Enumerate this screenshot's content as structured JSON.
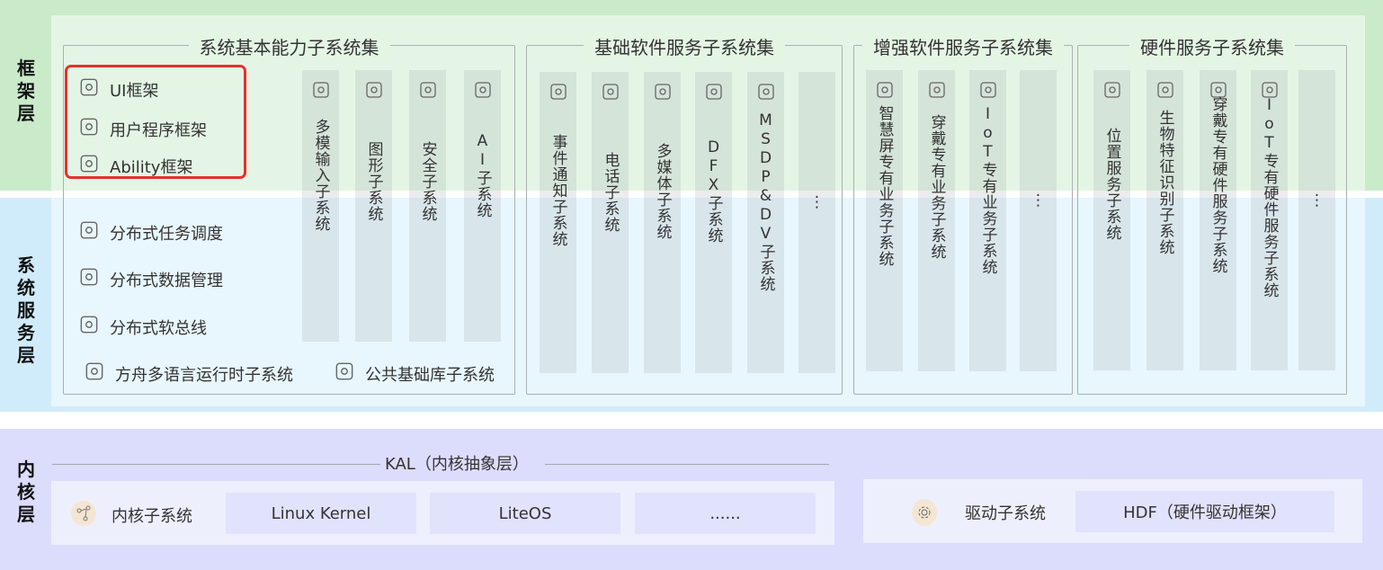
{
  "layers": {
    "framework": "框架层",
    "system_service": "系统服务层",
    "kernel": "内核层"
  },
  "groups": [
    {
      "title": "系统基本能力子系统集"
    },
    {
      "title": "基础软件服务子系统集"
    },
    {
      "title": "增强软件服务子系统集"
    },
    {
      "title": "硬件服务子系统集"
    }
  ],
  "framework_items": [
    {
      "label": "UI框架",
      "icon": "ui-framework-icon"
    },
    {
      "label": "用户程序框架",
      "icon": "app-framework-icon"
    },
    {
      "label": "Ability框架",
      "icon": "layers-icon"
    }
  ],
  "service_items": [
    {
      "label": "分布式任务调度",
      "icon": "task-schedule-icon"
    },
    {
      "label": "分布式数据管理",
      "icon": "data-management-icon"
    },
    {
      "label": "分布式软总线",
      "icon": "soft-bus-icon"
    },
    {
      "label": "方舟多语言运行时子系统",
      "icon": "ark-runtime-icon"
    },
    {
      "label": "公共基础库子系统",
      "icon": "cube-icon"
    }
  ],
  "columns": [
    {
      "label": "多模输入子系统",
      "icon": "multimodal-input-icon"
    },
    {
      "label": "图形子系统",
      "icon": "graphics-icon"
    },
    {
      "label": "安全子系统",
      "icon": "key-icon"
    },
    {
      "label": "AI子系统",
      "icon": "ai-icon"
    },
    {
      "label": "事件通知子系统",
      "icon": "notification-icon"
    },
    {
      "label": "电话子系统",
      "icon": "phone-icon"
    },
    {
      "label": "多媒体子系统",
      "icon": "media-icon"
    },
    {
      "label": "DFX子系统",
      "icon": "dfx-icon"
    },
    {
      "label": "MSDP&DV子系统",
      "icon": "msdp-icon"
    },
    {
      "label": "⋮",
      "icon": ""
    },
    {
      "label": "智慧屏专有业务子系统",
      "icon": "smart-screen-icon"
    },
    {
      "label": "穿戴专有业务子系统",
      "icon": "wearable-icon"
    },
    {
      "label": "IoT专有业务子系统",
      "icon": "iot-icon"
    },
    {
      "label": "⋮",
      "icon": ""
    },
    {
      "label": "位置服务子系统",
      "icon": "location-icon"
    },
    {
      "label": "生物特征识别子系统",
      "icon": "biometric-icon"
    },
    {
      "label": "穿戴专有硬件服务子系统",
      "icon": "wearable-hardware-icon"
    },
    {
      "label": "IoT专有硬件服务子系统",
      "icon": "iot-hardware-icon"
    },
    {
      "label": "⋮",
      "icon": ""
    }
  ],
  "kernel": {
    "kal": "KAL（内核抽象层）",
    "subsystem_label": "内核子系统",
    "kernels": [
      "Linux Kernel",
      "LiteOS",
      "......"
    ],
    "driver_label": "驱动子系统",
    "hdf": "HDF（硬件驱动框架）"
  },
  "colors": {
    "framework_band": "#c9ebca",
    "service_band": "#d0ecfb",
    "kernel_band": "#dcdcfc",
    "highlight": "#e8302a"
  }
}
